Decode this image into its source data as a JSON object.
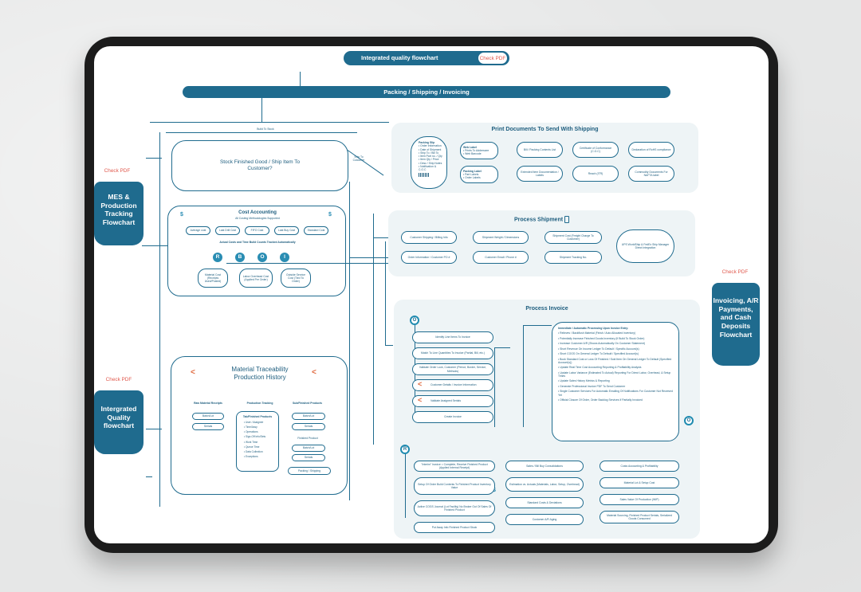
{
  "header": {
    "title": "Integrated quality flowchart",
    "check_pdf": "Check PDF",
    "banner": "Packing / Shipping / Invoicing"
  },
  "side_tabs": {
    "mes": {
      "label": "MES & Production Tracking Flowchart",
      "check": "Check PDF"
    },
    "iqf": {
      "label": "Intergrated Quality flowchart",
      "check": "Check PDF"
    },
    "invoicing": {
      "label": "Invoicing, A/R Payments, and Cash Deposits Flowchart",
      "check": "Check PDF"
    }
  },
  "flow": {
    "build_to_stock": "Build To Stock",
    "ship_to_customer": "Ship To Customer",
    "stock_decision": "Stock Finished Good / Ship Item To Customer?"
  },
  "cost_accounting": {
    "title": "Cost Accounting",
    "subtitle": "All Costing Methodologies Supported",
    "methods": [
      "Average cost",
      "Last Drill Cost",
      "FIFO Cost",
      "Last Buy Cost",
      "Standard Cost"
    ],
    "actual_note": "Actual Costs and Time Build Counts Tracked Automatically",
    "rboi": [
      "R",
      "B",
      "O",
      "I"
    ],
    "cost_boxes": [
      "Material Cost (Receipts Used/Posted)",
      "Labor Overhead Cost (Applied Per Order)",
      "Outside Service Cost (Tied To Order)"
    ]
  },
  "traceability": {
    "title": "Material Traceability Production History",
    "col_raw": "Raw Material Receipts",
    "col_prod": "Production Tracking",
    "col_fin": "Sub/Finished Products",
    "raw_items": [
      "Batch/Lot",
      "Serials"
    ],
    "prod_title": "Tab/Finished Products",
    "prod_items": [
      "User / Assignee",
      "Time/Assy",
      "Operations",
      "Sign-Off Info/Sets",
      "Work Time",
      "Queue Time",
      "Data Collection",
      "Exceptions"
    ],
    "fin_items": [
      "Batch/Lot",
      "Serials"
    ],
    "finished_label": "Finished Product",
    "fin_items2": [
      "Batch/Lot",
      "Serials"
    ],
    "packing": "Packing / Shipping"
  },
  "print_docs": {
    "title": "Print Documents To Send With Shipping",
    "packing_slip": "Packing Slip",
    "packing_slip_items": [
      "Order Information",
      "Date of Shipment",
      "Ship To / Bill To",
      "Item Part no. / Qty",
      "Item Qty / Price",
      "Desc / Ship Notes",
      "Notification & C.O.C"
    ],
    "web_label": "Web Label",
    "web_label_items": [
      "Prints To Addressee",
      "Web Barcode"
    ],
    "packing_label": "Packing Label",
    "packing_label_items": [
      "Part Labels",
      "Order Labels"
    ],
    "docs": [
      "Bill / Packing Contents List",
      "Certificate of Conformance (C.O.C)",
      "Declaration of RoHS compliance",
      "Extended Item Documentation / Labels",
      "Reach (ITR)",
      "Commodity Documents For NAFTA label"
    ]
  },
  "process_shipment": {
    "title": "Process Shipment",
    "items": [
      "Customer Shipping / Billing Info",
      "Shipment Weight / Dimensions",
      "Shipment Cost (Freight Charge To Customer)",
      "Order Information / Customer PO #",
      "Customer Email / Phone #",
      "Shipment Tracking No."
    ],
    "ups": "UPS WorldShip & FedEx Ship Manager Direct Integration"
  },
  "process_invoice": {
    "title": "Process Invoice",
    "steps": [
      "Identify Line Items To Invoice",
      "Match To Line Quantities To Invoice (Partial, Bill, etc.)",
      "Validate Order Lock, Customer (Period, Border, Service, Methods)",
      "Customer Details / Invoice Information",
      "Validate Assigned Serials",
      "Create Invoice"
    ],
    "auto_title": "Immediate / Automatic Processing Upon Invoice Entry:",
    "auto_items": [
      "Relieves / Backflush Material (Finish / Auto Allocated Inventory)",
      "Potentially Increase Finished Goods Inventory (If Build To Stock Order)",
      "Increase Customer A/R (Shows Automatically On Customer Statement)",
      "Short Revenue On Income Ledger To Default / Specific Account(s)",
      "Short COGS On General Ledger To Default / Specified Account(s)",
      "Book Standard Cost or Loss Of Finished / Sold Item On General Ledger To Default (Specified Account(s))",
      "Update Real Time Cost Accounting Reporting & Profitability Analysis",
      "Update Labor Variance (Estimated To Actual) Reporting For Direct Labor, Overhead, & Setup Times",
      "Update Sales History Metrics & Reporting",
      "Generate Professional Invoice PDF To Send Customer",
      "Single Customer Services For Automatic Emailing Of Notifications For Customer Not Received Yet",
      "Official Closure Of Order, Order Backlog Services If Partially Invoiced"
    ],
    "o_label": "O",
    "r_label": "R"
  },
  "reporting": {
    "col1": [
      "\"Interim\" Invoice = Complete, Receive Finished Product (Applied Internal Receipt)",
      "Setup Of Order Build Contents To Finished Product Inventory Value",
      "Active COGS Journal (Lot Facility) No Broker Out Of Sales Of Finished Product",
      "Put Away Info Finished Product Stock"
    ],
    "col2": [
      "Sales / Bill Buy Consolidations",
      "Estimation vs. Actuals (Materials, Labor, Setup, Overhead)",
      "Standard Costs & Deviations",
      "Customer A/R Aging"
    ],
    "col3": [
      "Costs Accounting & Profitability",
      "Material Lot & Setup Cost",
      "Sales Value Of Production (WIP)",
      "Material Sourcing, Finished Product Serials, Serialized Goods Consumed"
    ]
  },
  "colors": {
    "primary": "#1f6b8e",
    "accent": "#e05a4e",
    "panel": "#eef4f6",
    "share": "#e0693e"
  }
}
